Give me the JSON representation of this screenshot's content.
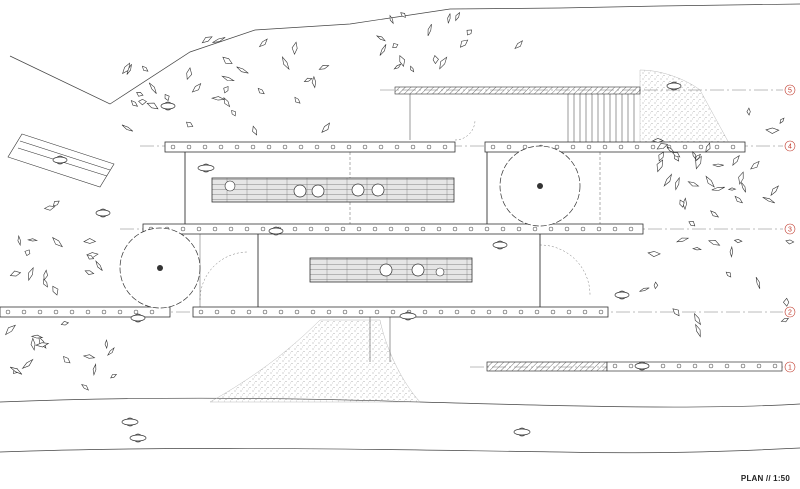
{
  "drawing": {
    "caption": "PLAN // 1:50",
    "grid_axes": [
      {
        "label": "5"
      },
      {
        "label": "4"
      },
      {
        "label": "3"
      },
      {
        "label": "2"
      },
      {
        "label": "1"
      }
    ],
    "colors": {
      "line": "#333333",
      "grid_bubble": "#c0392b",
      "hatch": "#9a9a9a",
      "light_fill": "#eeeeee",
      "wood": "#8a8a8a"
    }
  }
}
